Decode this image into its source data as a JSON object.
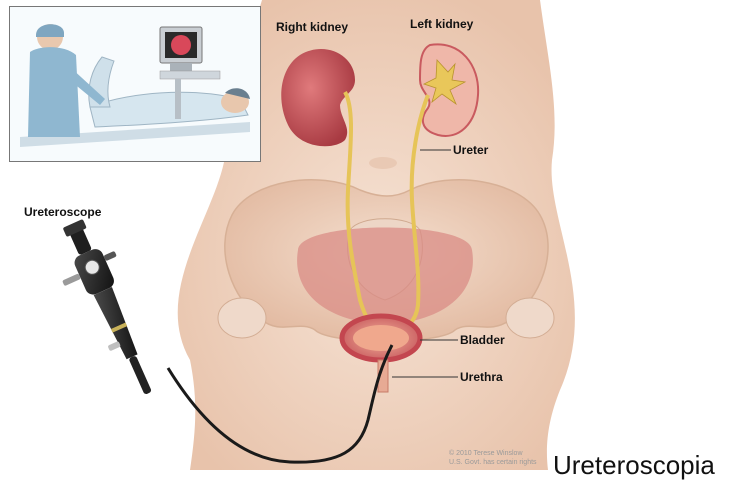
{
  "labels": {
    "right_kidney": "Right kidney",
    "left_kidney": "Left kidney",
    "ureter": "Ureter",
    "ureteroscope": "Ureteroscope",
    "bladder": "Bladder",
    "urethra": "Urethra"
  },
  "credit": {
    "line1": "© 2010 Terese Winslow",
    "line2": "U.S. Govt. has certain rights"
  },
  "caption": "Ureteroscopia",
  "colors": {
    "skin": "#f3d9c6",
    "kidney": "#c9565c",
    "ureter": "#e8c75a",
    "bladder": "#d9736f",
    "scope": "#1e1e1e"
  }
}
